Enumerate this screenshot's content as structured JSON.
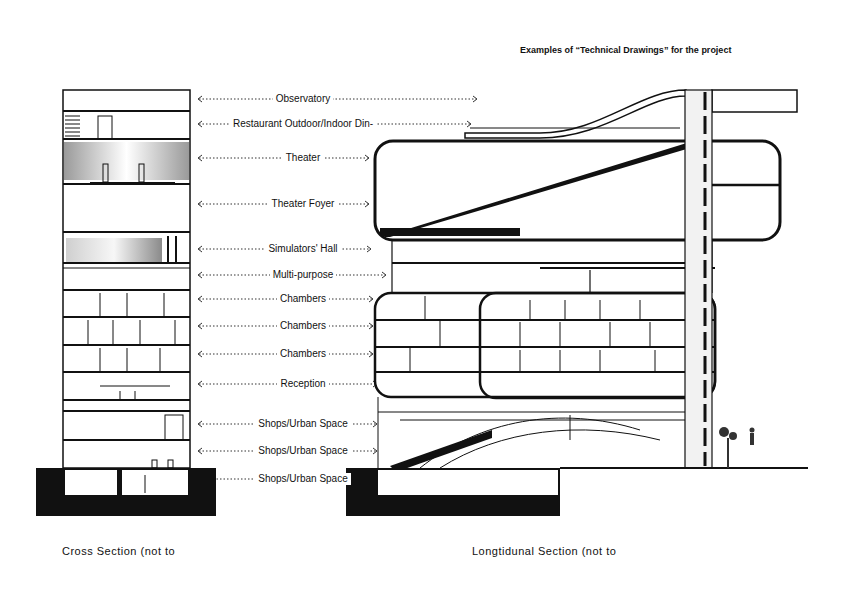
{
  "diagram": {
    "title": "Examples of “Technical Drawings” for the project",
    "labels": [
      "Observatory",
      "Restaurant Outdoor/Indoor Din-",
      "Theater",
      "Theater Foyer",
      "Simulators' Hall",
      "Multi-purpose",
      "Chambers",
      "Chambers",
      "Chambers",
      "Reception",
      "Shops/Urban Space",
      "Shops/Urban Space",
      "Shops/Urban Space",
      "Cross Section (not to",
      "Longtidunal Section (not to"
    ]
  }
}
